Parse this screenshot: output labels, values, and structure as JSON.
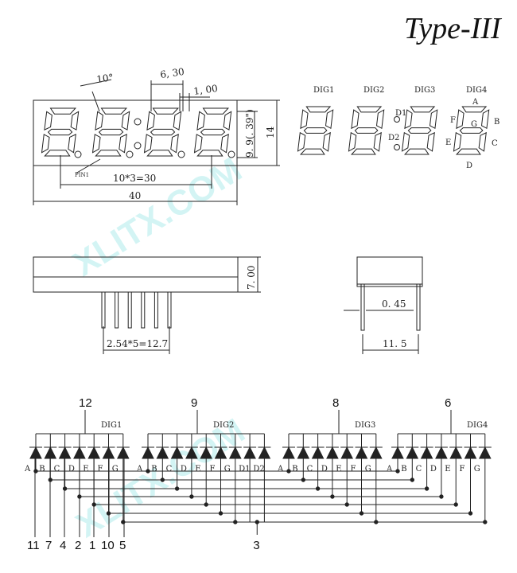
{
  "title": "Type-III",
  "watermark": "XLITX.COM",
  "front_view": {
    "angle": "10°",
    "pitch": "6, 30",
    "dp_offset": "1, 00",
    "height_inner": "9. 9(. 39\")",
    "height_total": "14",
    "pin1_label": "PIN1",
    "pin_span": "10*3=30",
    "width_total": "40"
  },
  "segment_map": {
    "digits": [
      "DIG1",
      "DIG2",
      "DIG3",
      "DIG4"
    ],
    "colon_dots": [
      "D1",
      "D2"
    ],
    "segments": [
      "A",
      "B",
      "C",
      "D",
      "E",
      "F",
      "G"
    ]
  },
  "side_view": {
    "height": "7. 00",
    "pin_pitch": "2.54*5=12.7",
    "pin_diameter": "0. 45",
    "depth": "11. 5"
  },
  "schematic": {
    "groups": [
      {
        "label": "DIG1",
        "common_pin": "12",
        "anodes": [
          "A",
          "B",
          "C",
          "D",
          "E",
          "F",
          "G"
        ]
      },
      {
        "label": "DIG2",
        "common_pin": "9",
        "anodes": [
          "A",
          "B",
          "C",
          "D",
          "E",
          "F",
          "G",
          "D1",
          "D2"
        ]
      },
      {
        "label": "DIG3",
        "common_pin": "8",
        "anodes": [
          "A",
          "B",
          "C",
          "D",
          "E",
          "F",
          "G"
        ]
      },
      {
        "label": "DIG4",
        "common_pin": "6",
        "anodes": [
          "A",
          "B",
          "C",
          "D",
          "E",
          "F",
          "G"
        ]
      }
    ],
    "segment_pins": [
      "11",
      "7",
      "4",
      "2",
      "1",
      "10",
      "5"
    ],
    "dot_pin": "3"
  },
  "colors": {
    "ink": "#222222",
    "watermark": "#ccf3f3"
  }
}
